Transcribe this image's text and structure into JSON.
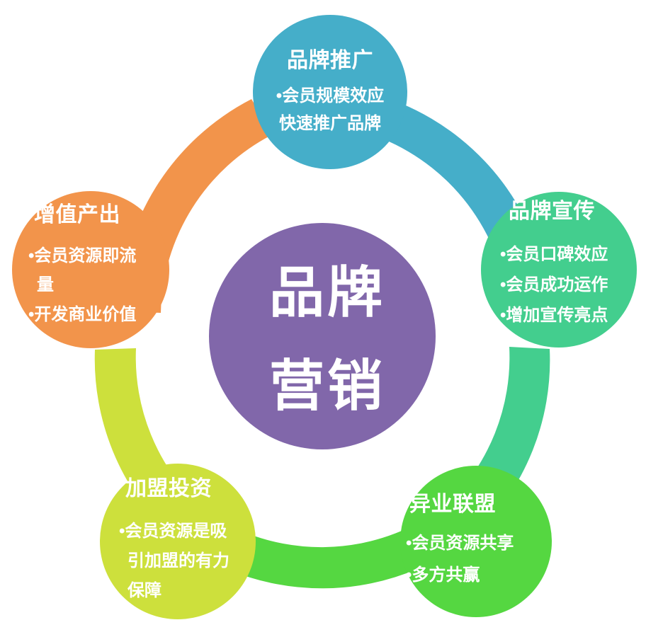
{
  "diagram": {
    "title": "品牌营销",
    "center": {
      "label_line1": "品牌",
      "label_line2": "营销",
      "color": "#8167AA"
    },
    "background": "#FFFFFF",
    "nodes": [
      {
        "id": "brand-promotion",
        "title": "品牌推广",
        "color": "#45AEC9",
        "bullets": [
          "会员规模效应",
          "快速推广品牌"
        ],
        "bullet_markers": [
          true,
          false
        ]
      },
      {
        "id": "brand-publicity",
        "title": "品牌宣传",
        "color": "#43CE8E",
        "bullets": [
          "会员口碑效应",
          "会员成功运作",
          "增加宣传亮点"
        ],
        "bullet_markers": [
          true,
          true,
          true
        ]
      },
      {
        "id": "cross-industry-alliance",
        "title": "异业联盟",
        "color": "#55D741",
        "bullets": [
          "会员资源共享",
          "多方共赢"
        ],
        "bullet_markers": [
          true,
          true
        ]
      },
      {
        "id": "franchise-investment",
        "title": "加盟投资",
        "color": "#CDE03C",
        "bullets": [
          "会员资源是吸",
          "引加盟的有力",
          "保障"
        ],
        "bullet_markers": [
          true,
          false,
          false
        ]
      },
      {
        "id": "value-added-output",
        "title": "增值产出",
        "color": "#F2944B",
        "bullets": [
          "会员资源即流",
          "量",
          "开发商业价值"
        ],
        "bullet_markers": [
          true,
          false,
          true
        ]
      }
    ],
    "connectors": [
      {
        "id": "connector-value-to-promotion",
        "color": "#F2944B"
      },
      {
        "id": "connector-promotion-to-publicity",
        "color": "#45AEC9"
      },
      {
        "id": "connector-publicity-to-alliance",
        "color": "#43CE8E"
      },
      {
        "id": "connector-alliance-to-franchise",
        "color": "#55D741"
      },
      {
        "id": "connector-franchise-to-value",
        "color": "#CDE03C"
      }
    ]
  }
}
